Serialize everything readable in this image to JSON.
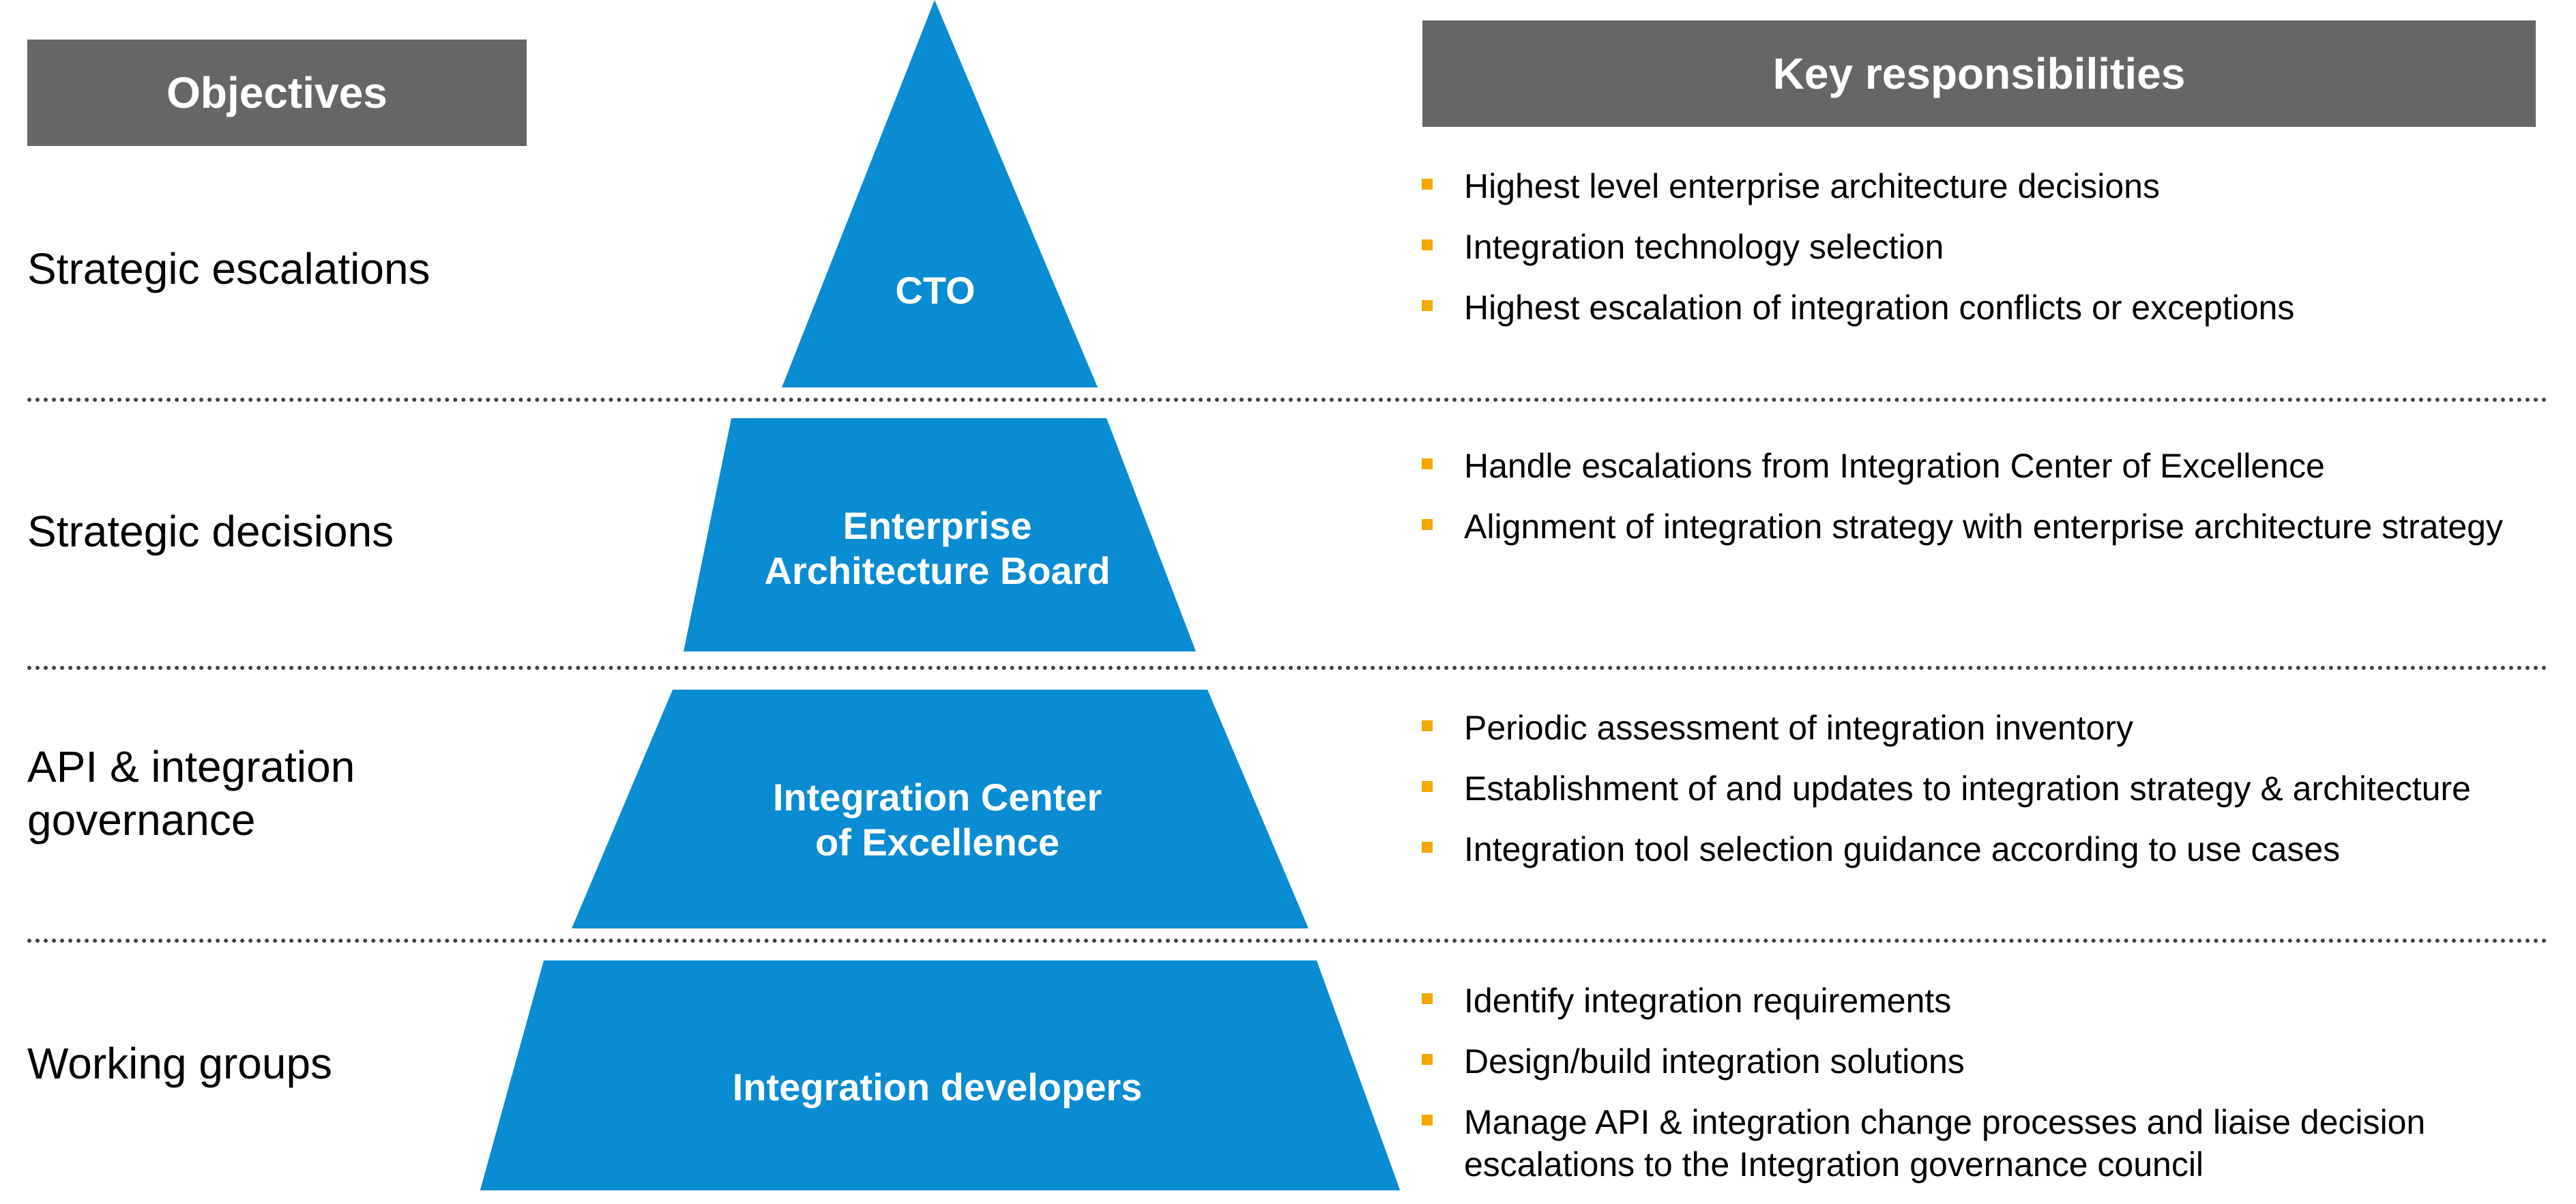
{
  "headers": {
    "objectives": "Objectives",
    "responsibilities": "Key responsibilities"
  },
  "colors": {
    "header_bg": "#666666",
    "pyramid_fill": "#0A8CD2",
    "bullet": "#F5A800"
  },
  "tiers": [
    {
      "objective": "Strategic escalations",
      "label": "CTO",
      "responsibilities": [
        "Highest level enterprise architecture decisions",
        "Integration technology selection",
        "Highest escalation of integration conflicts or exceptions"
      ]
    },
    {
      "objective": "Strategic decisions",
      "label": "Enterprise\nArchitecture Board",
      "responsibilities": [
        "Handle escalations from Integration Center of Excellence",
        "Alignment of integration strategy with enterprise architecture strategy"
      ]
    },
    {
      "objective": "API & integration\ngovernance",
      "label": "Integration Center\nof Excellence",
      "responsibilities": [
        "Periodic assessment of integration inventory",
        "Establishment of and updates to integration strategy & architecture",
        "Integration tool selection guidance according to use cases"
      ]
    },
    {
      "objective": "Working groups",
      "label": "Integration developers",
      "responsibilities": [
        "Identify integration requirements",
        "Design/build integration solutions",
        "Manage API & integration change processes and liaise decision escalations to the Integration governance council"
      ]
    }
  ]
}
